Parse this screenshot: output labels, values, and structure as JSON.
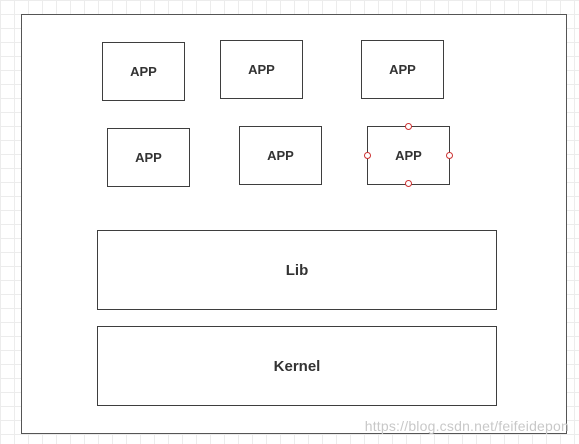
{
  "diagram": {
    "apps": [
      {
        "label": "APP"
      },
      {
        "label": "APP"
      },
      {
        "label": "APP"
      },
      {
        "label": "APP"
      },
      {
        "label": "APP"
      },
      {
        "label": "APP"
      }
    ],
    "lib": {
      "label": "Lib"
    },
    "kernel": {
      "label": "Kernel"
    }
  },
  "watermark": "https://blog.csdn.net/feifeidepon"
}
